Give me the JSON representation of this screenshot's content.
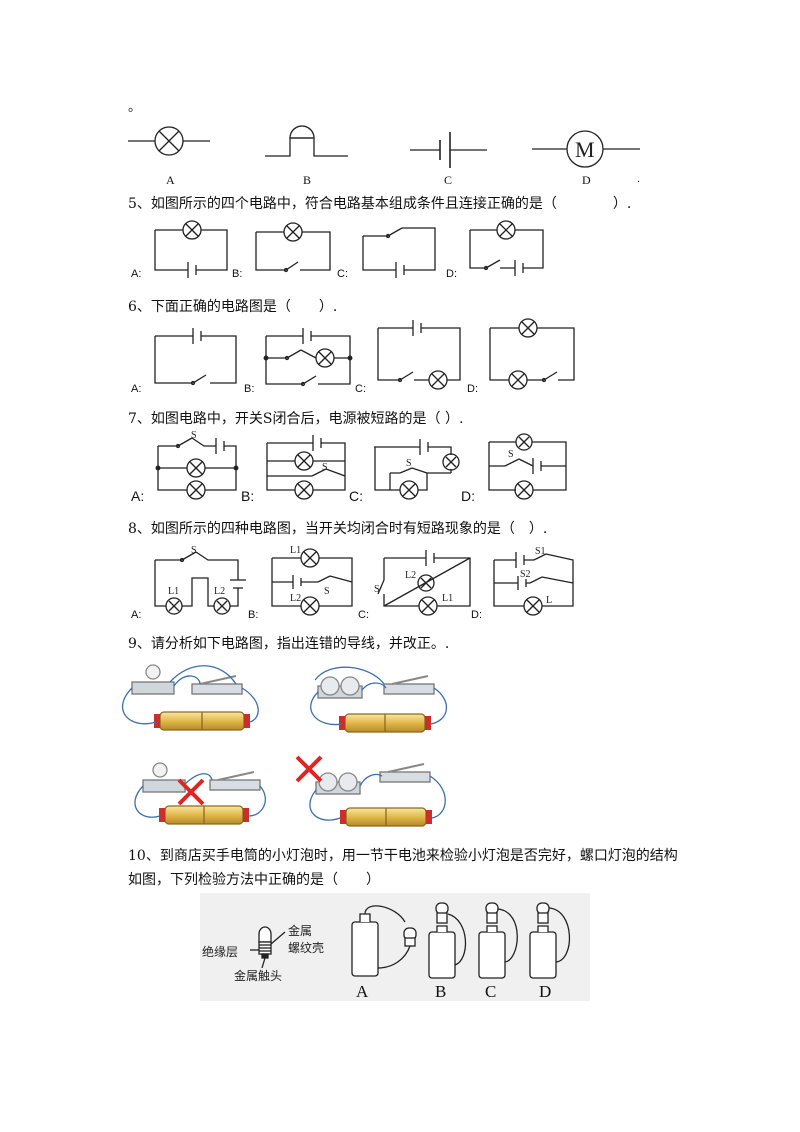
{
  "top_mark": "。",
  "q4_labels": [
    "A",
    "B",
    "C",
    "D"
  ],
  "q4_trailing": ".",
  "q5": {
    "text": "5、如图所示的四个电路中，符合电路基本组成条件且连接正确的是（　　　　）.",
    "labels": [
      "A:",
      "B:",
      "C:",
      "D:"
    ]
  },
  "q6": {
    "text": "6、下面正确的电路图是（　　）.",
    "labels": [
      "A:",
      "B:",
      "C:",
      "D:"
    ]
  },
  "q7": {
    "text": "7、如图电路中，开关S闭合后，电源被短路的是（ ）.",
    "labels": [
      "A:",
      "B:",
      "C:",
      "D:"
    ],
    "switch": "S"
  },
  "q8": {
    "text": "8、如图所示的四种电路图，当开关均闭合时有短路现象的是（　）.",
    "labels": [
      "A:",
      "B:",
      "C:",
      "D:"
    ],
    "marks": {
      "s": "S",
      "l1": "L1",
      "l2": "L2",
      "s1": "S1",
      "s2": "S2",
      "l": "L"
    }
  },
  "q9": {
    "text": "9、请分析如下电路图，指出连错的导线，并改正。."
  },
  "q10": {
    "line1": "10、到商店买手电筒的小灯泡时，用一节干电池来检验小灯泡是否完好，螺口灯泡的结构",
    "line2": "如图，下列检验方法中正确的是（　　）",
    "bulb_labels": {
      "metal": "金属",
      "thread": "螺纹壳",
      "insulation": "绝缘层",
      "contact": "金属触头"
    },
    "options": [
      "A",
      "B",
      "C",
      "D"
    ]
  }
}
